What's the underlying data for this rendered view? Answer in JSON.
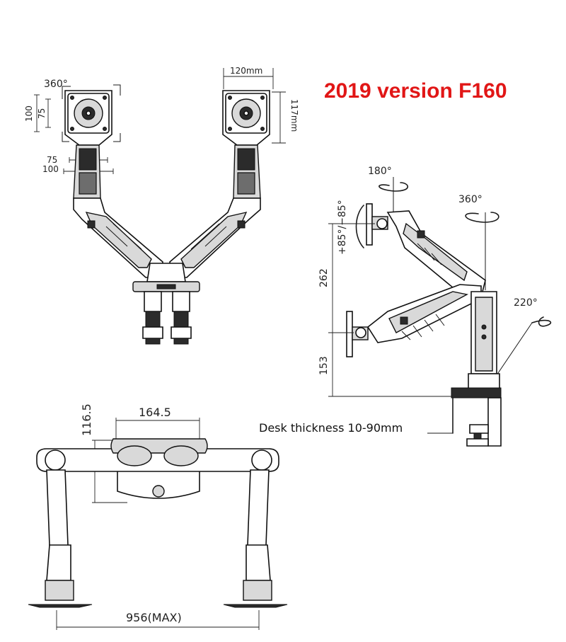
{
  "title": "2019 version F160",
  "colors": {
    "title": "#e11616",
    "ink": "#1a1a1a"
  },
  "top_left_view": {
    "rotation": "360°",
    "vesa_outer_vertical": "100",
    "vesa_inner_vertical": "75",
    "vesa_inner_horizontal": "75",
    "vesa_outer_horizontal": "100"
  },
  "top_right_view": {
    "width_label": "120mm",
    "height_label": "117mm"
  },
  "side_view": {
    "tilt_top": "180°",
    "swivel": "360°",
    "tilt_range": "+85°/−85°",
    "base_swivel": "220°",
    "height_upper": "262",
    "height_lower": "153",
    "desk_thickness": "Desk thickness 10-90mm"
  },
  "top_down_view": {
    "depth": "116.5",
    "base_width": "164.5",
    "max_span": "956(MAX)"
  }
}
